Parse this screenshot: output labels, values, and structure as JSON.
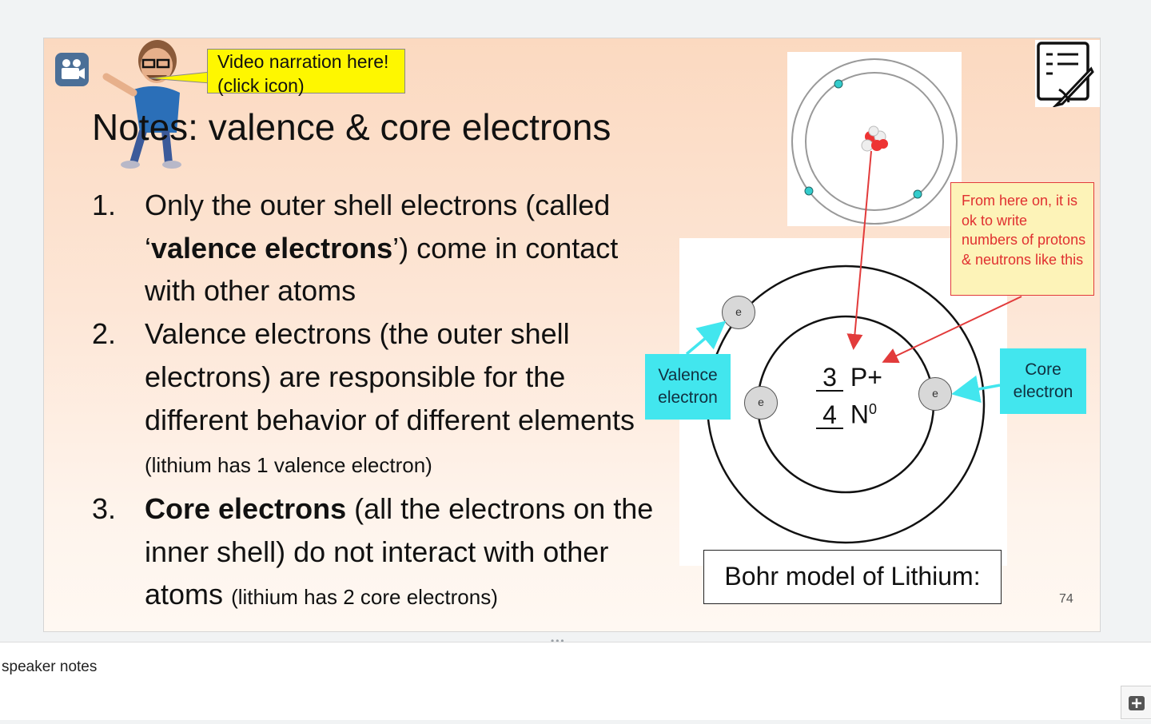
{
  "slide": {
    "callout": "Video narration here! (click icon)",
    "title": "Notes: valence & core electrons",
    "items": [
      {
        "num": "1.",
        "parts": [
          "Only the outer shell electrons (called ‘",
          "valence electrons",
          "’) come in contact with other atoms"
        ]
      },
      {
        "num": "2.",
        "text": "Valence electrons (the outer shell electrons) are responsible for the different behavior of different elements",
        "note": "(lithium has 1 valence electron)"
      },
      {
        "num": "3.",
        "bold": "Core electrons",
        "text": " (all the electrons on the inner shell) do not interact with other atoms",
        "note": "(lithium has 2 core electrons)"
      }
    ],
    "valence_label": "Valence electron",
    "core_label": "Core electron",
    "red_note": "From here on, it is ok to write numbers of protons & neutrons like this",
    "protons": "3",
    "protons_unit": "P+",
    "neutrons": "4",
    "neutrons_unit": "N",
    "neutron_sup": "0",
    "electron_symbol": "e",
    "bohr_label": "Bohr model of Lithium:",
    "page_number": "74"
  },
  "notes": {
    "label": "speaker notes"
  },
  "colors": {
    "callout_bg": "#fef700",
    "label_bg": "#42e6ee",
    "red": "#e23b3b",
    "camera": "#4b6f97"
  },
  "icons": [
    "camera-icon",
    "bitmoji-avatar",
    "notes-writing-icon",
    "add-note-icon"
  ]
}
